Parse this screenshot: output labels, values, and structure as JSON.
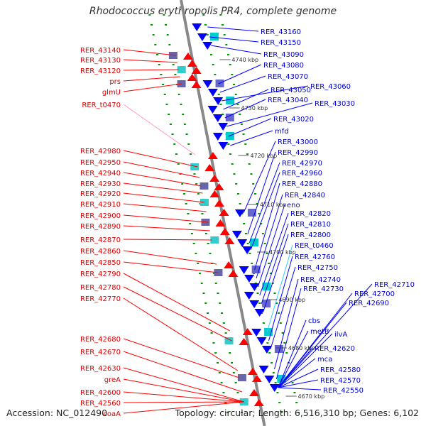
{
  "title": "Rhodococcus erythropolis PR4, complete genome",
  "footer": {
    "accession": "Accession: NC_012490",
    "summary": "Topology: circular; Length: 6,516,310 bp; Genes: 6,102"
  },
  "colors": {
    "forward": "#ff0000",
    "reverse": "#0000ff",
    "rna_left": "#ff99cc",
    "rna_right": "#33ccff",
    "backbone": "#888888",
    "tick_mark": "#009900"
  },
  "left_labels": [
    {
      "text": "RER_43140"
    },
    {
      "text": "RER_43130"
    },
    {
      "text": "RER_43120"
    },
    {
      "text": "prs"
    },
    {
      "text": "glmU"
    },
    {
      "text": "RER_t0470",
      "rna": true
    },
    {
      "text": "RER_42980"
    },
    {
      "text": "RER_42950"
    },
    {
      "text": "RER_42940"
    },
    {
      "text": "RER_42930"
    },
    {
      "text": "RER_42920"
    },
    {
      "text": "RER_42910"
    },
    {
      "text": "RER_42900"
    },
    {
      "text": "RER_42890"
    },
    {
      "text": "RER_42870"
    },
    {
      "text": "RER_42860"
    },
    {
      "text": "RER_42850"
    },
    {
      "text": "RER_42790"
    },
    {
      "text": "RER_42780"
    },
    {
      "text": "RER_42770"
    },
    {
      "text": "RER_42680"
    },
    {
      "text": "RER_42670"
    },
    {
      "text": "RER_42630"
    },
    {
      "text": "greA"
    },
    {
      "text": "RER_42600"
    },
    {
      "text": "RER_42560"
    },
    {
      "text": "coaA"
    }
  ],
  "right_labels": [
    {
      "text": "RER_43160"
    },
    {
      "text": "RER_43150"
    },
    {
      "text": "RER_43090"
    },
    {
      "text": "RER_43080"
    },
    {
      "text": "RER_43070"
    },
    {
      "text": "RER_43060"
    },
    {
      "text": "RER_43050"
    },
    {
      "text": "RER_43040"
    },
    {
      "text": "RER_43030"
    },
    {
      "text": "RER_43020"
    },
    {
      "text": "mfd"
    },
    {
      "text": "RER_43000"
    },
    {
      "text": "RER_42990"
    },
    {
      "text": "RER_42970"
    },
    {
      "text": "RER_42960"
    },
    {
      "text": "RER_42880"
    },
    {
      "text": "RER_42840"
    },
    {
      "text": "eno"
    },
    {
      "text": "RER_42820"
    },
    {
      "text": "RER_42810"
    },
    {
      "text": "RER_42800"
    },
    {
      "text": "RER_t0460",
      "rna": true
    },
    {
      "text": "RER_42760"
    },
    {
      "text": "RER_42750"
    },
    {
      "text": "RER_42740"
    },
    {
      "text": "RER_42730"
    },
    {
      "text": "RER_42710"
    },
    {
      "text": "RER_42700"
    },
    {
      "text": "RER_42690"
    },
    {
      "text": "cbs"
    },
    {
      "text": "metB"
    },
    {
      "text": "ilvA"
    },
    {
      "text": "RER_42620"
    },
    {
      "text": "mca"
    },
    {
      "text": "RER_42580"
    },
    {
      "text": "RER_42570"
    },
    {
      "text": "RER_42550"
    }
  ],
  "ticks": [
    {
      "text": "4740 kbp"
    },
    {
      "text": "4730 kbp"
    },
    {
      "text": "4720 kbp"
    },
    {
      "text": "4710 kbp"
    },
    {
      "text": "4700 kbp"
    },
    {
      "text": "4690 kbp"
    },
    {
      "text": "4680 kbp"
    },
    {
      "text": "4670 kbp"
    }
  ]
}
